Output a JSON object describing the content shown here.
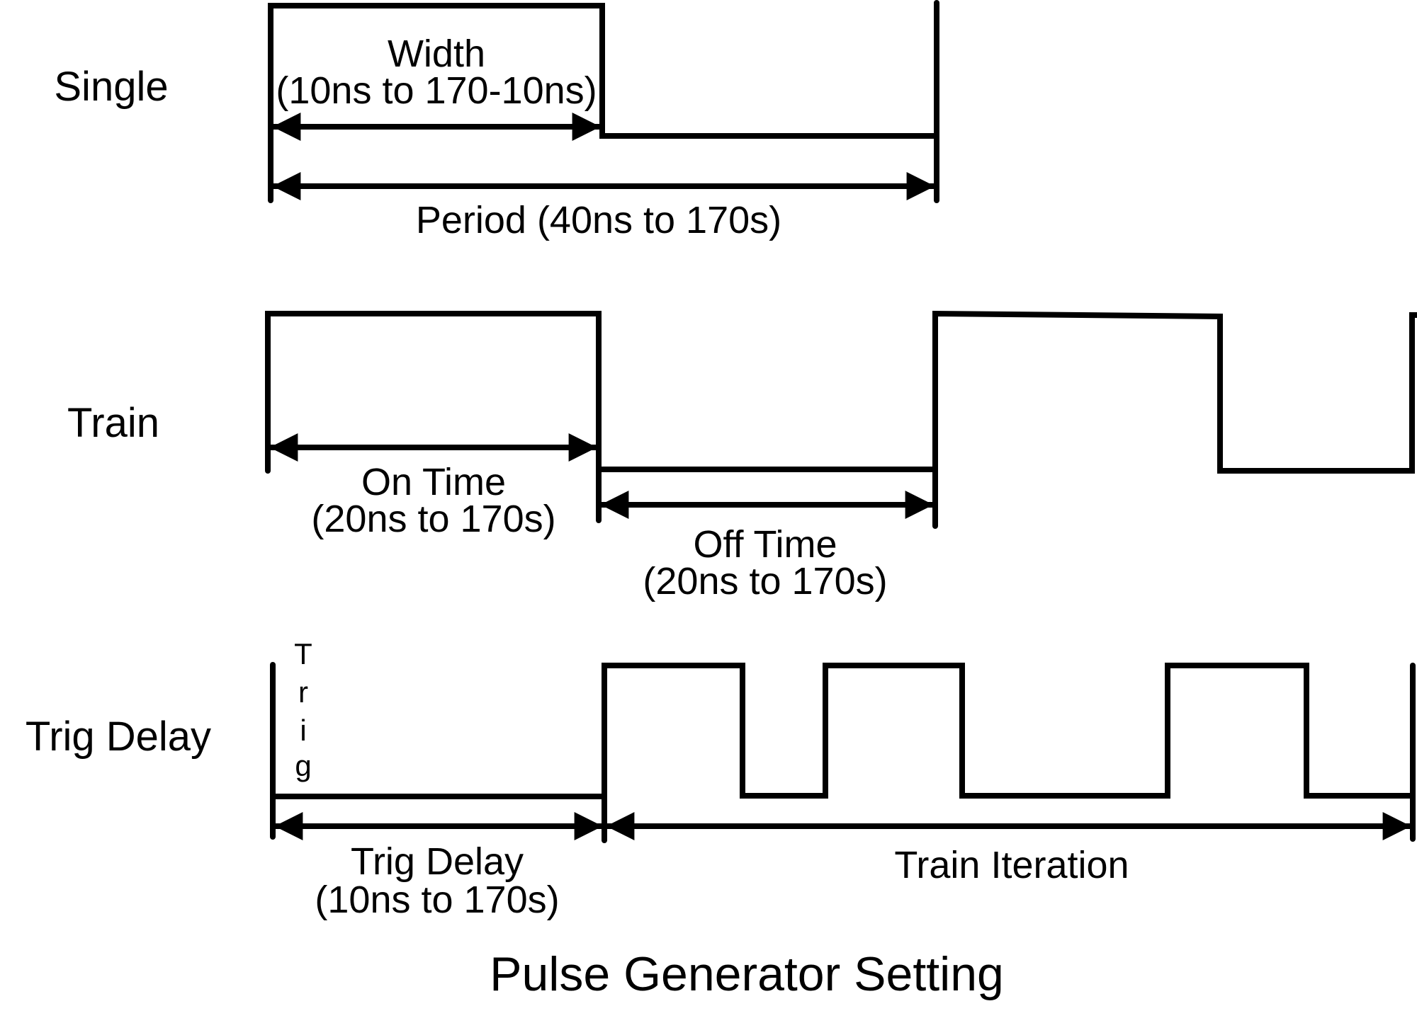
{
  "title": "Pulse Generator Setting",
  "colors": {
    "ink": "#000000",
    "background": "#ffffff"
  },
  "diagram": {
    "single": {
      "label": "Single",
      "width_label": "Width",
      "width_range": "(10ns to 170-10ns)",
      "period_label": "Period (40ns to 170s)"
    },
    "train": {
      "label": "Train",
      "on_time_label": "On Time",
      "on_time_range": "(20ns to 170s)",
      "off_time_label": "Off Time",
      "off_time_range": "(20ns to 170s)"
    },
    "trig_delay": {
      "label": "Trig Delay",
      "trig_marker": {
        "letters": [
          "T",
          "r",
          "i",
          "g"
        ]
      },
      "trig_delay_label": "Trig Delay",
      "trig_delay_range": "(10ns to 170s)",
      "train_iteration_label": "Train Iteration"
    }
  }
}
